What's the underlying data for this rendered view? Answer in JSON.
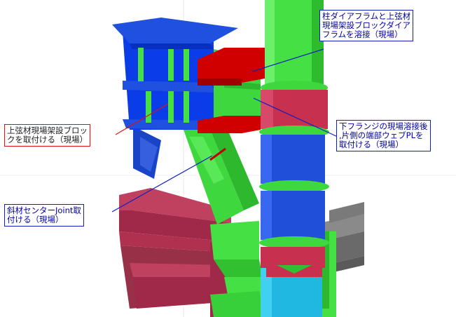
{
  "callouts": {
    "top_right": "柱ダイアフラムと上弦材\n現場架設ブロックダイア\nフラムを溶接（現場）",
    "middle_right": "下フランジの現場溶接後\n,片側の端部ウェブPLを\n取付ける（現場）",
    "left_red": "上弦材現場架設ブロッ\nクを取付ける（現場）",
    "bottom_left": "斜材センターJoint取\n付ける（現場）"
  },
  "colors": {
    "column_green": "#44e044",
    "column_blue": "#2050d8",
    "column_red": "#c83050",
    "column_cyan": "#20b8e0",
    "block_blue": "#0a3ce8",
    "plate_red": "#d00000",
    "beam_red": "#b03050",
    "beam_gray": "#707070",
    "leader_red": "#e01010",
    "leader_blue": "#1020c0"
  }
}
